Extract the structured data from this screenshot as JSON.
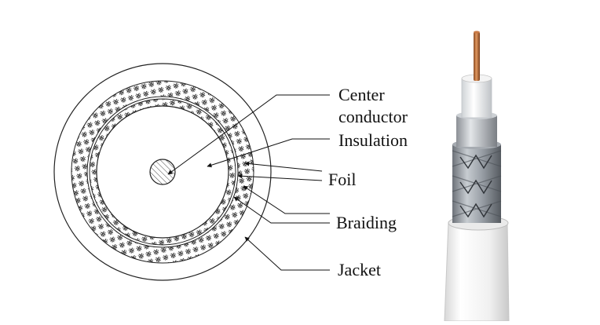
{
  "labels": {
    "center_line1": "Center",
    "center_line2": "conductor",
    "insulation": "Insulation",
    "foil": "Foil",
    "braiding": "Braiding",
    "jacket": "Jacket"
  }
}
